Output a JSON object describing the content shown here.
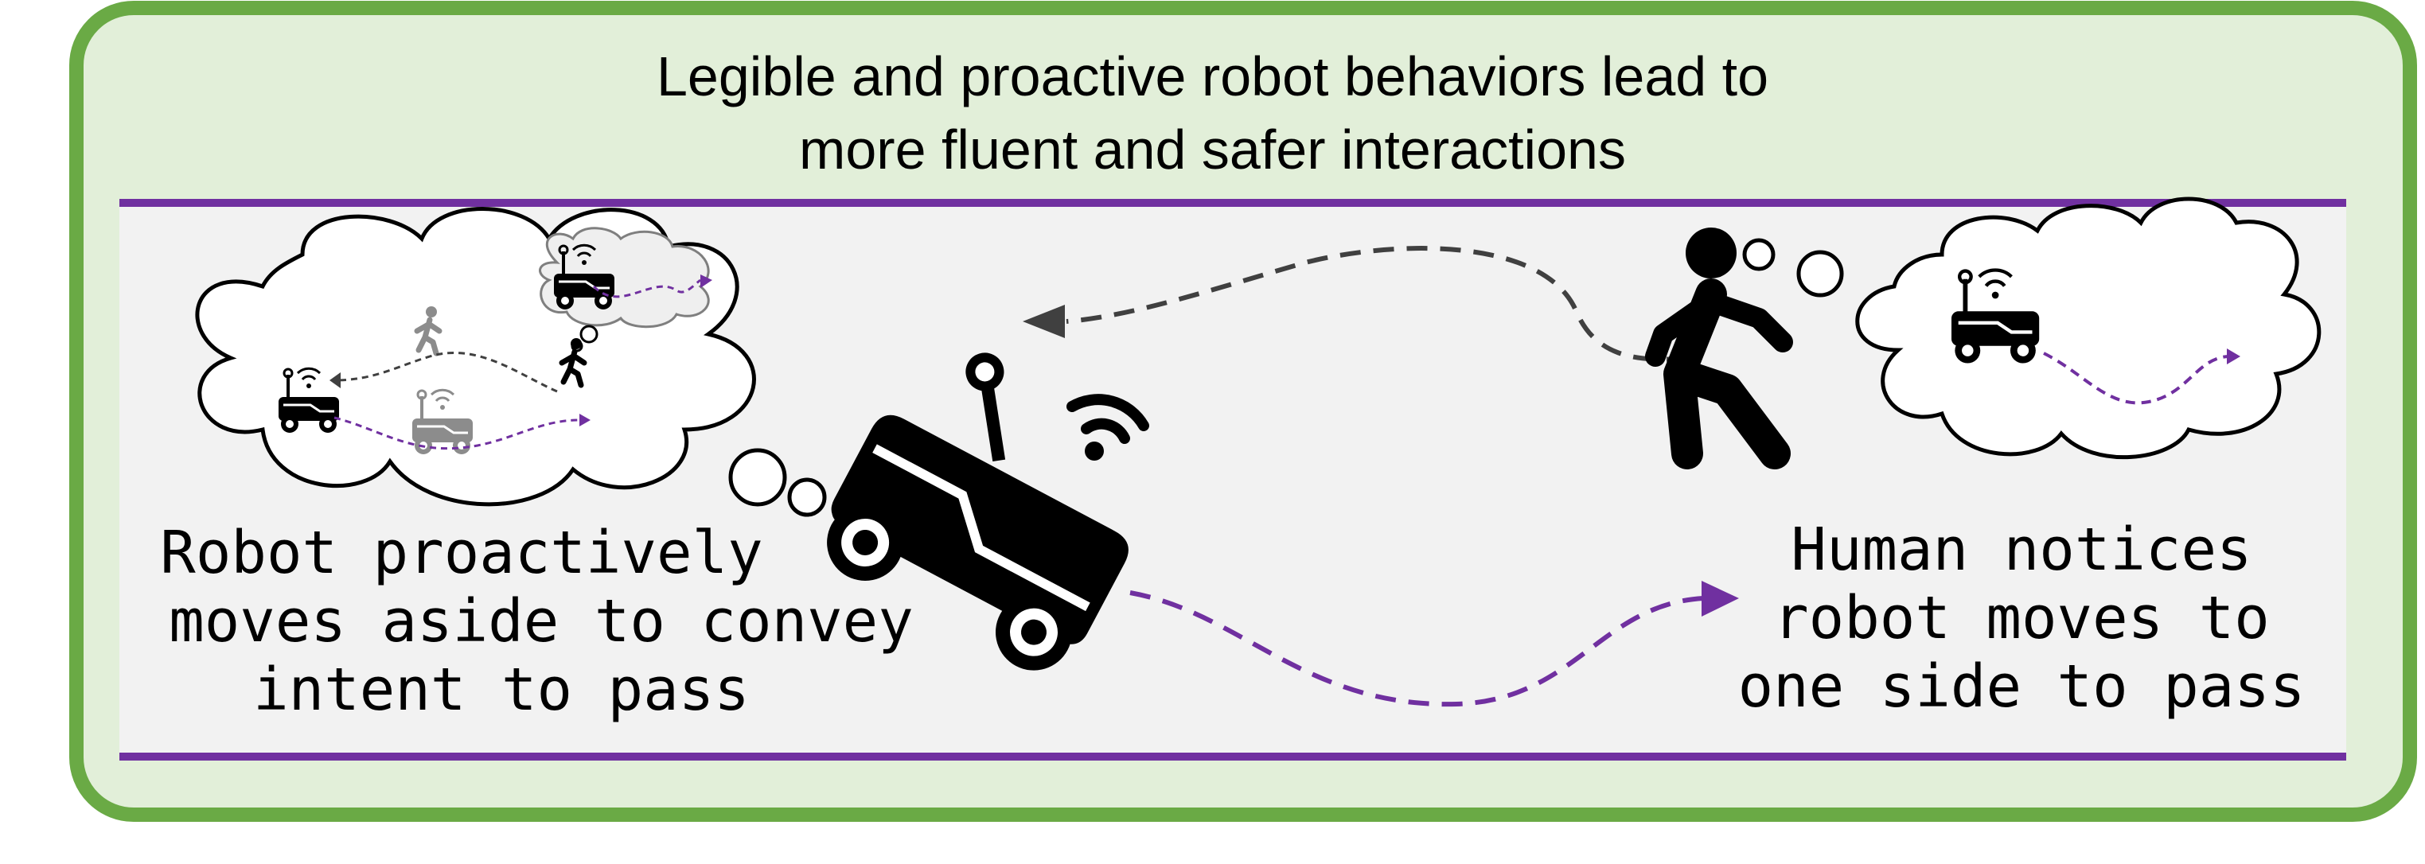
{
  "title": {
    "line1": "Legible and proactive robot behaviors lead to",
    "line2": "more fluent and safer interactions"
  },
  "left_caption": {
    "line1": "Robot proactively",
    "line2": "moves aside to convey",
    "line3": "intent to pass"
  },
  "right_caption": {
    "line1": "Human notices",
    "line2": "robot moves to",
    "line3": "one side to pass"
  },
  "colors": {
    "frame_border": "#6aaa45",
    "frame_fill": "#e2efd9",
    "panel_fill": "#f2f2f2",
    "rule": "#7030a0",
    "path_purple": "#7030a0",
    "path_gray": "#404040",
    "faded": "#8c8c8c"
  },
  "icons": [
    "robot-icon",
    "human-walking-icon",
    "thought-cloud-icon",
    "wifi-icon",
    "arrowhead-icon"
  ]
}
